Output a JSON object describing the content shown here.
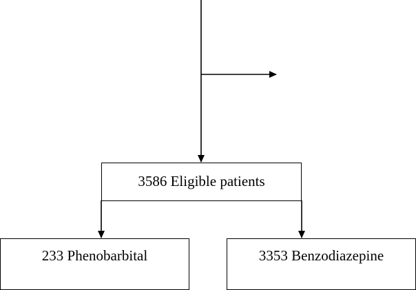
{
  "diagram": {
    "type": "flowchart",
    "line_color": "#000000",
    "boxes": {
      "eligible": {
        "label": "3586 Eligible patients"
      },
      "phenobarbital": {
        "label": "233 Phenobarbital"
      },
      "benzodiazepine": {
        "label": "3353 Benzodiazepine"
      }
    },
    "edges": [
      {
        "from": "top",
        "to": "eligible"
      },
      {
        "from": "vertical-line",
        "to": "exclusion"
      },
      {
        "from": "eligible",
        "to": "phenobarbital"
      },
      {
        "from": "eligible",
        "to": "benzodiazepine"
      }
    ]
  }
}
